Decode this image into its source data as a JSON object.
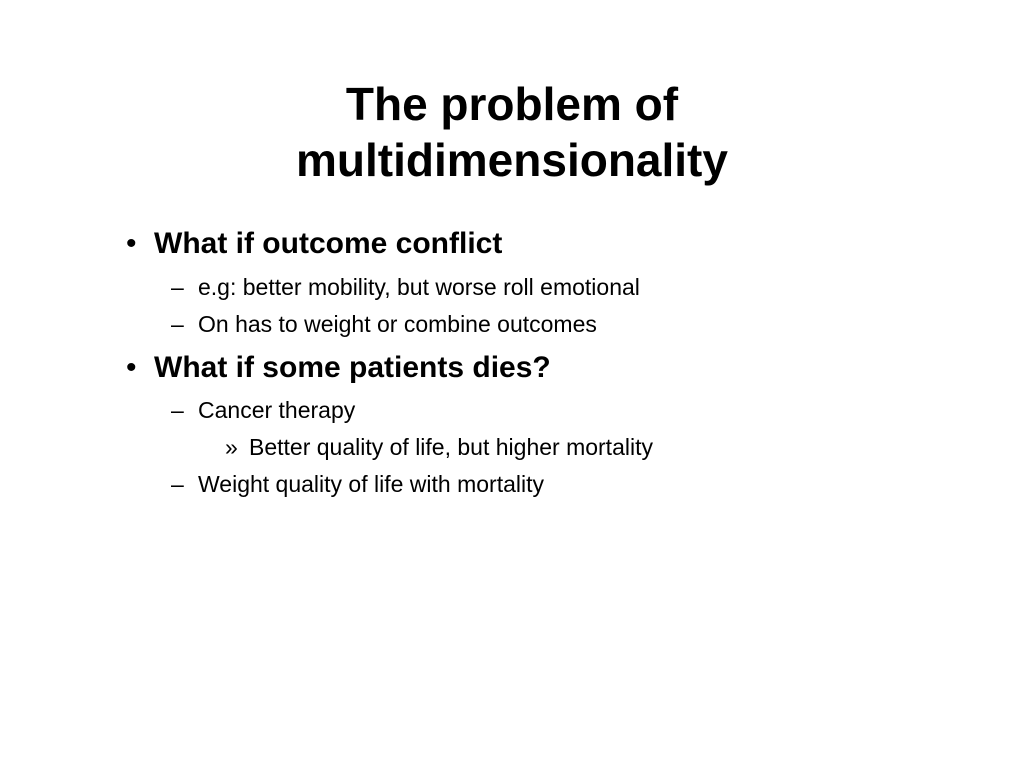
{
  "slide": {
    "title_lines": [
      "The problem of",
      "multidimensionality"
    ],
    "bullets": [
      {
        "marker": "•",
        "text": "What if outcome conflict",
        "sub": [
          {
            "marker": "–",
            "text": "e.g: better mobility, but worse roll emotional"
          },
          {
            "marker": "–",
            "text": "On has to weight or combine outcomes"
          }
        ]
      },
      {
        "marker": "•",
        "text": "What if some patients dies?",
        "sub": [
          {
            "marker": "–",
            "text": "Cancer therapy"
          },
          {
            "marker": "»",
            "text": "Better quality of life, but higher mortality"
          },
          {
            "marker": "–",
            "text": "Weight quality of life with mortality"
          }
        ]
      }
    ]
  }
}
